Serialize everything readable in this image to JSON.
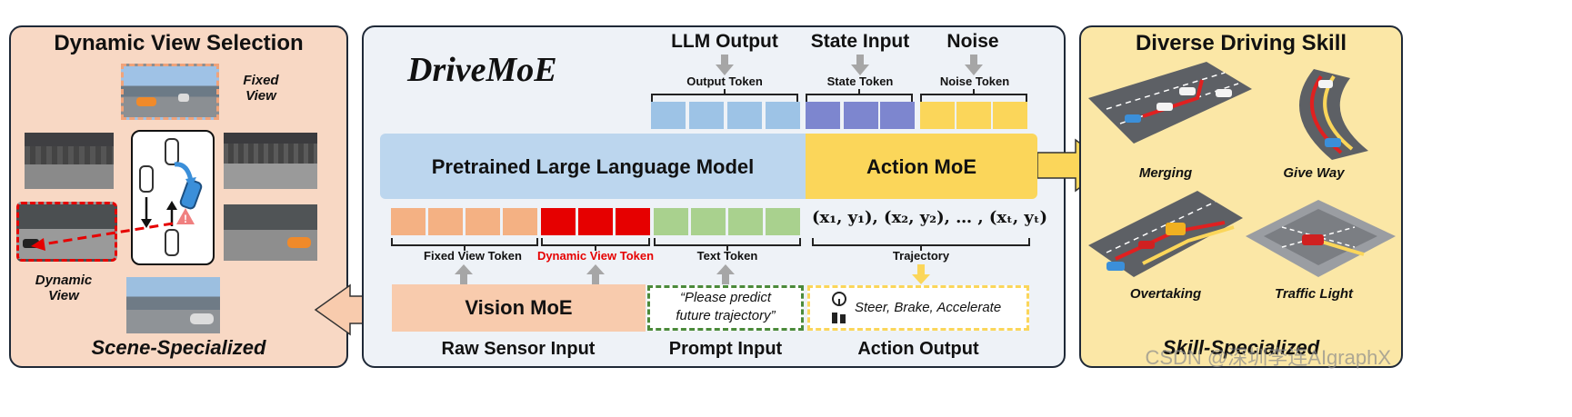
{
  "left_panel": {
    "title": "Dynamic View Selection",
    "fixed_view_label": "Fixed\nView",
    "dynamic_view_label": "Dynamic\nView",
    "footer": "Scene-Specialized"
  },
  "center_panel": {
    "brand": "DriveMoE",
    "top_labels": {
      "llm_output": "LLM Output",
      "state_input": "State Input",
      "noise": "Noise"
    },
    "token_groups_top": {
      "output": "Output Token",
      "state": "State Token",
      "noise": "Noise Token"
    },
    "llm_box": "Pretrained Large Language Model",
    "action_moe": "Action MoE",
    "trajectory_formula": "(x₁, y₁), (x₂, y₂), … , (xₜ, yₜ)",
    "token_groups_bottom": {
      "fixed": "Fixed View Token",
      "dynamic": "Dynamic View Token",
      "text": "Text Token",
      "trajectory": "Trajectory"
    },
    "vision_moe": "Vision MoE",
    "prompt_text": "“Please predict\nfuture trajectory”",
    "action_text": "Steer, Brake, Accelerate",
    "footer_labels": {
      "raw": "Raw Sensor Input",
      "prompt": "Prompt Input",
      "action": "Action Output"
    }
  },
  "right_panel": {
    "title": "Diverse Driving Skill",
    "skills": [
      "Merging",
      "Give Way",
      "Overtaking",
      "Traffic Light"
    ],
    "footer": "Skill-Specialized",
    "watermark": "CSDN @深圳李连AIgraphX"
  },
  "colors": {
    "left_bg": "#f8d8c4",
    "center_bg": "#eef2f7",
    "right_bg": "#fbe7a6",
    "llm_blue": "#bcd6ee",
    "action_yellow": "#fbd65a",
    "output_token": "#9dc3e6",
    "state_token": "#7d86cf",
    "noise_token": "#fbd65a",
    "fixed_token": "#f4b183",
    "dynamic_token": "#e60000",
    "text_token": "#a9d18e",
    "vision_moe": "#f8cbad"
  }
}
